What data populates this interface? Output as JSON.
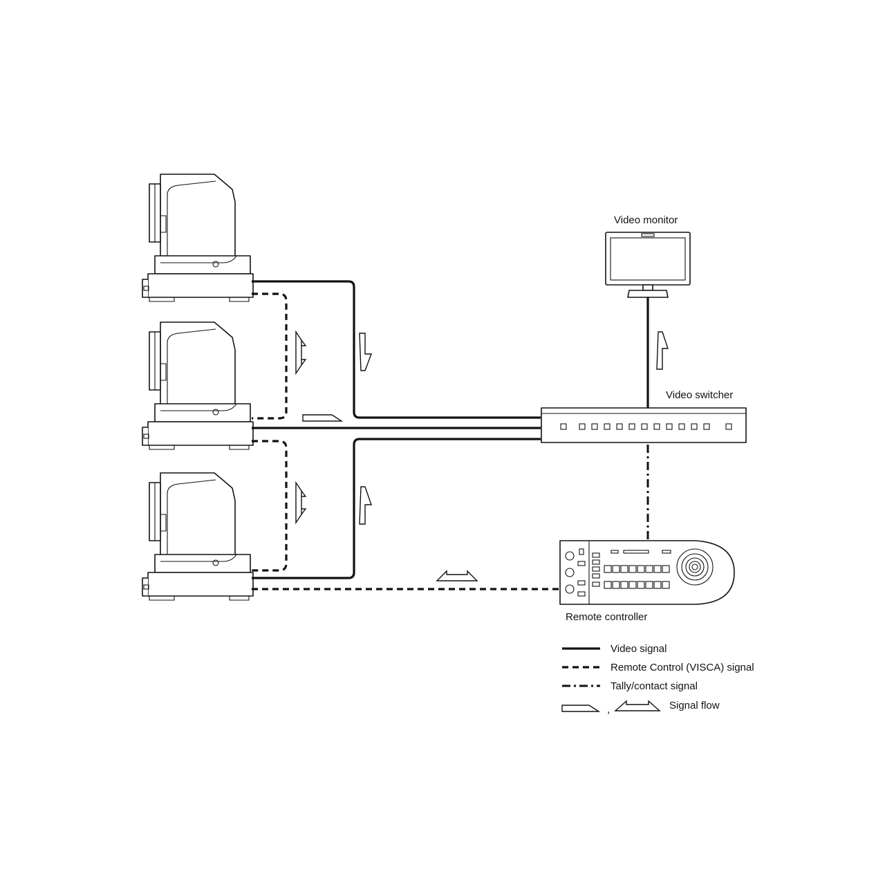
{
  "labels": {
    "video_monitor": "Video monitor",
    "video_switcher": "Video switcher",
    "remote_controller": "Remote controller"
  },
  "legend": {
    "video_signal": "Video signal",
    "remote_control_signal": "Remote Control (VISCA) signal",
    "tally_signal": "Tally/contact signal",
    "separator": ",",
    "signal_flow": "Signal flow"
  },
  "devices": [
    "camera-1",
    "camera-2",
    "camera-3",
    "video-monitor",
    "video-switcher",
    "remote-controller"
  ],
  "colors": {
    "line": "#111111",
    "background": "#ffffff"
  }
}
